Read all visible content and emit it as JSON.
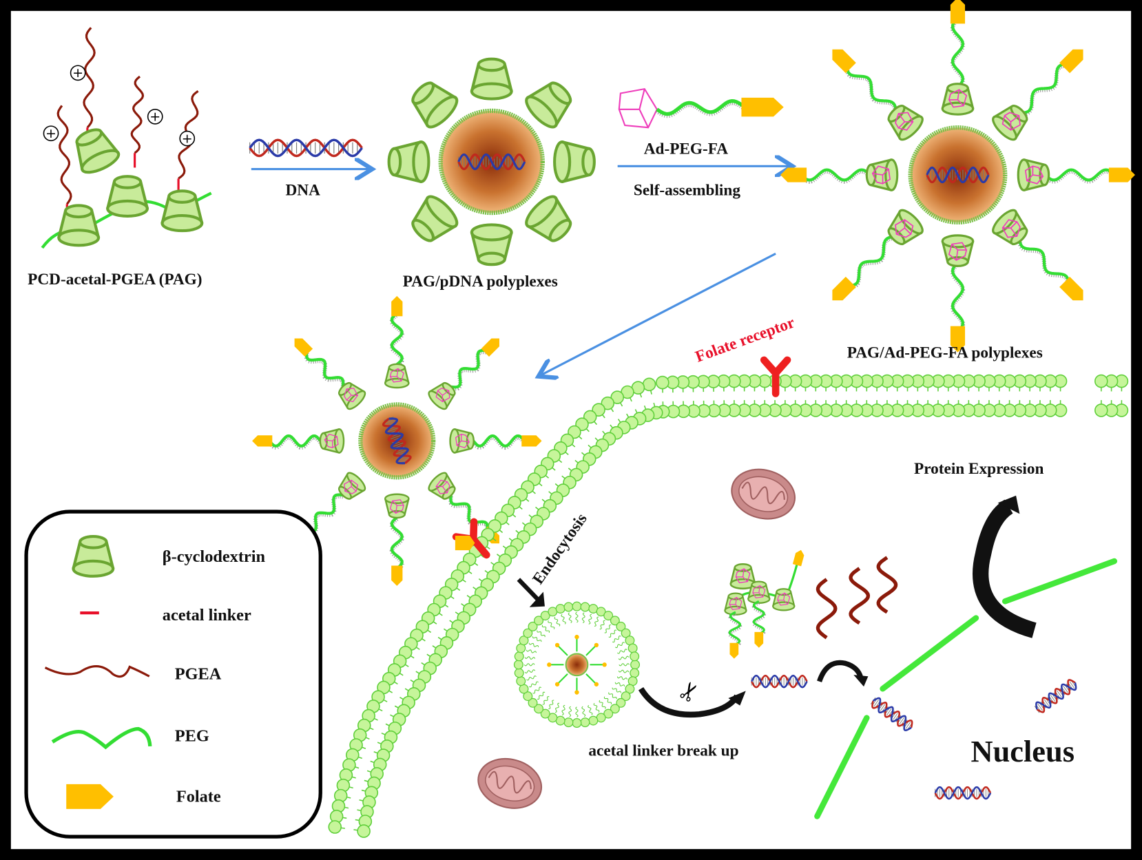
{
  "labels": {
    "pag": "PCD-acetal-PGEA (PAG)",
    "dna": "DNA",
    "pag_pdna": "PAG/pDNA polyplexes",
    "ad_peg_fa": "Ad-PEG-FA",
    "self_assembling": "Self-assembling",
    "pag_ad_peg_fa": "PAG/Ad-PEG-FA polyplexes",
    "folate_receptor": "Folate receptor",
    "protein_expression": "Protein Expression",
    "endocytosis": "Endocytosis",
    "acetal_break": "acetal linker break up",
    "nucleus": "Nucleus",
    "charge": "+"
  },
  "legend": {
    "items": [
      {
        "label": "β-cyclodextrin",
        "icon": "cyclodextrin-icon"
      },
      {
        "label": "acetal linker",
        "icon": "acetal-linker-icon"
      },
      {
        "label": "PGEA",
        "icon": "pgea-chain-icon"
      },
      {
        "label": "PEG",
        "icon": "peg-chain-icon"
      },
      {
        "label": "Folate",
        "icon": "folate-icon"
      }
    ]
  },
  "colors": {
    "cyclodextrin_fill": "#c8eb9a",
    "cyclodextrin_stroke": "#6aa531",
    "peg": "#33dd33",
    "pgea": "#8b1a0a",
    "acetal": "#e8102a",
    "folate": "#ffbf00",
    "adamantane": "#ee3dbb",
    "arrow_blue": "#4a90e2",
    "membrane_fill": "#c6f59a",
    "membrane_stroke": "#5fcf3a",
    "receptor": "#ee2020",
    "mitochondria": "#c98a8a",
    "dna_a": "#c0281e",
    "dna_b": "#2a3aa8"
  }
}
